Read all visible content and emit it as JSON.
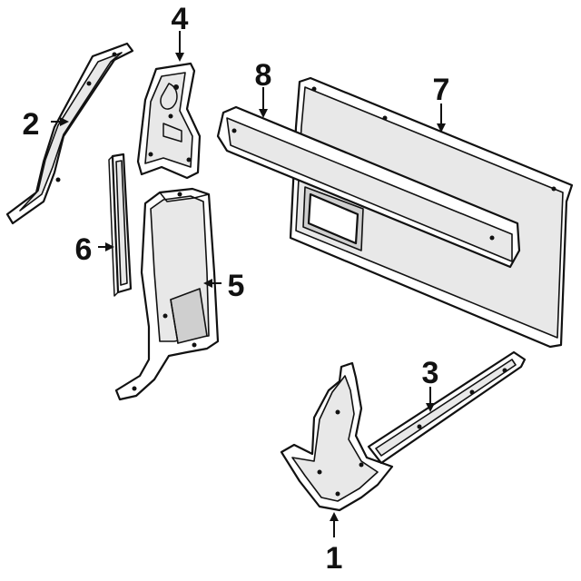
{
  "callouts": [
    {
      "id": "1",
      "label": "1"
    },
    {
      "id": "2",
      "label": "2"
    },
    {
      "id": "3",
      "label": "3"
    },
    {
      "id": "4",
      "label": "4"
    },
    {
      "id": "5",
      "label": "5"
    },
    {
      "id": "6",
      "label": "6"
    },
    {
      "id": "7",
      "label": "7"
    },
    {
      "id": "8",
      "label": "8"
    }
  ],
  "colors": {
    "line": "#111111",
    "background": "#ffffff",
    "shade": "#e8e8e8"
  }
}
